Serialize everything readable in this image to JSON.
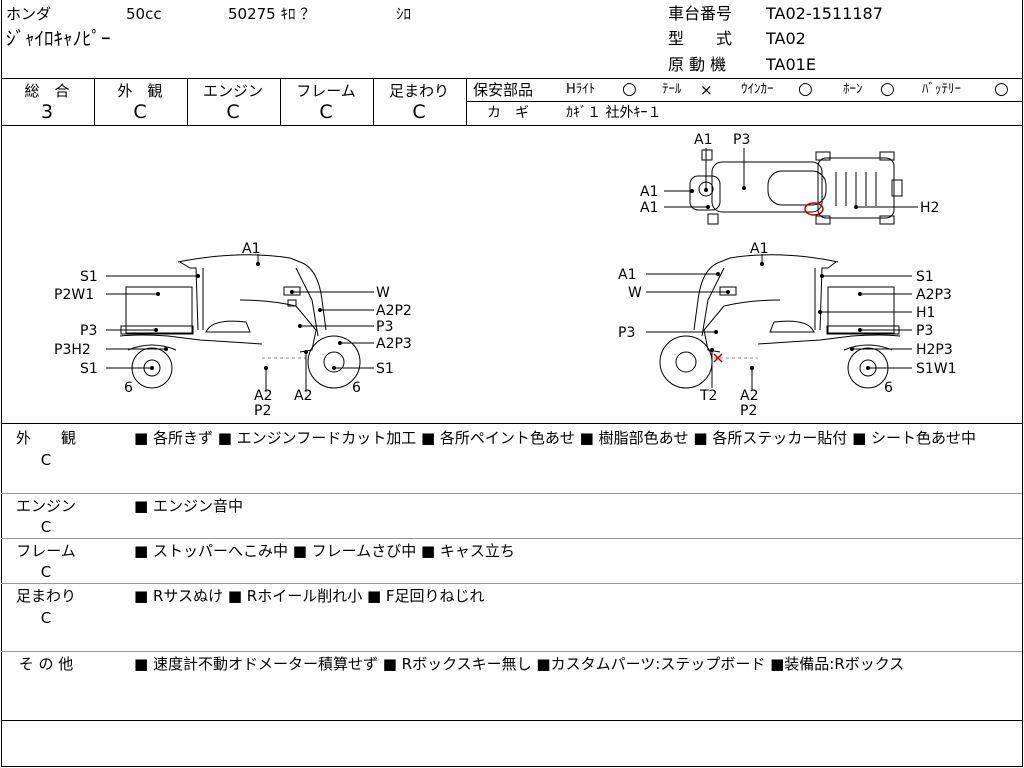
{
  "header": {
    "maker": "ホンダ",
    "cc": "50cc",
    "mileage": "50275 ｷﾛ ？",
    "color": "ｼﾛ",
    "model_name": "ｼﾞｬｲﾛｷｬﾉﾋﾟｰ",
    "frame_label": "車台番号",
    "frame_value": "TA02-1511187",
    "type_label": "型　　式",
    "type_value": "TA02",
    "engine_label": "原 動 機",
    "engine_value": "TA01E"
  },
  "grades": {
    "overall_label": "総　合",
    "overall_value": "3",
    "exterior_label": "外　観",
    "exterior_value": "C",
    "engine_label": "エンジン",
    "engine_value": "C",
    "frame_label": "フレーム",
    "frame_value": "C",
    "suspension_label": "足まわり",
    "suspension_value": "C"
  },
  "safety": {
    "label": "保安部品",
    "headlight": "Hﾗｲﾄ",
    "headlight_mark": "○",
    "tail": "ﾃｰﾙ",
    "tail_mark": "×",
    "winker": "ｳｲﾝｶｰ",
    "winker_mark": "○",
    "horn": "ﾎｰﾝ",
    "horn_mark": "○",
    "battery": "ﾊﾞｯﾃﾘｰ",
    "battery_mark": "○",
    "key_label": "カ　ギ",
    "key_value": "ｶｷﾞ１ 社外ｷｰ１"
  },
  "diagram_labels": {
    "top_a1_1": "A1",
    "top_p3": "P3",
    "top_a1_2": "A1",
    "top_a1_3": "A1",
    "top_h2": "H2",
    "l_a1": "A1",
    "l_s1": "S1",
    "l_p2w1": "P2W1",
    "l_p3": "P3",
    "l_p3h2": "P3H2",
    "l_s1b": "S1",
    "l_6a": "6",
    "l_a2": "A2",
    "l_p2": "P2",
    "l_a2b": "A2",
    "l_6b": "6",
    "l_w": "W",
    "l_a2p2": "A2P2",
    "l_p3r": "P3",
    "l_a2p3": "A2P3",
    "l_s1r": "S1",
    "r_a1": "A1",
    "r_a1l": "A1",
    "r_w": "W",
    "r_p3l": "P3",
    "r_t2": "T2",
    "r_a2": "A2",
    "r_p2": "P2",
    "r_6": "6",
    "r_s1": "S1",
    "r_a2p3": "A2P3",
    "r_h1": "H1",
    "r_p3r": "P3",
    "r_h2p3": "H2P3",
    "r_s1w1": "S1W1"
  },
  "sections": {
    "exterior": {
      "label": "外　　観",
      "grade": "C",
      "text": "■ 各所きず ■ エンジンフードカット加工 ■ 各所ペイント色あせ ■ 樹脂部色あせ ■ 各所ステッカー貼付 ■ シート色あせ中"
    },
    "engine": {
      "label": "エンジン",
      "grade": "C",
      "text": "■ エンジン音中"
    },
    "frame": {
      "label": "フレーム",
      "grade": "C",
      "text": "■ ストッパーへこみ中 ■ フレームさび中 ■ キャス立ち"
    },
    "suspension": {
      "label": "足まわり",
      "grade": "C",
      "text": "■ Rサスぬけ ■ Rホイール削れ小 ■ F足回りねじれ"
    },
    "other": {
      "label": "そ の 他",
      "text": "■ 速度計不動オドメーター積算せず ■ Rボックスキー無し ■カスタムパーツ:ステップボード ■装備品:Rボックス"
    }
  }
}
